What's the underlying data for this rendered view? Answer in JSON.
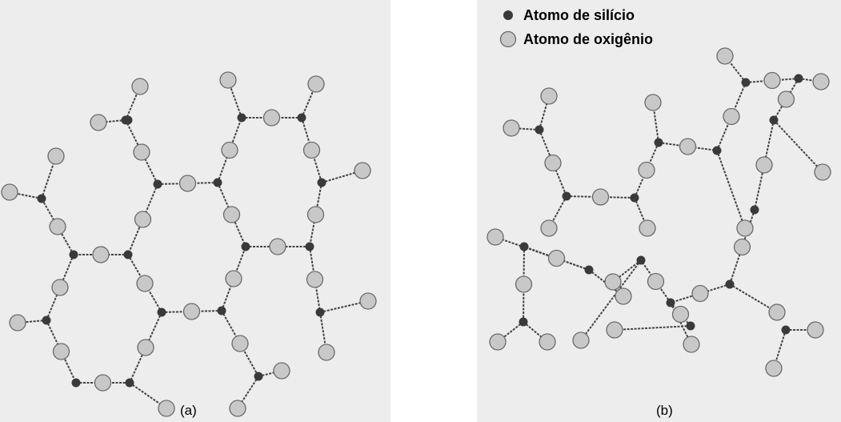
{
  "legend": {
    "silicon_label": "Atomo de silício",
    "oxygen_label": "Atomo de oxigênio"
  },
  "panels": {
    "a": {
      "label": "(a)"
    },
    "b": {
      "label": "(b)"
    }
  },
  "colors": {
    "silicon": "#3a3a3a",
    "oxygen": "#c8c8c8",
    "oxygen_stroke": "#6a6a6a",
    "bond": "#444444",
    "background": "#ededed"
  }
}
